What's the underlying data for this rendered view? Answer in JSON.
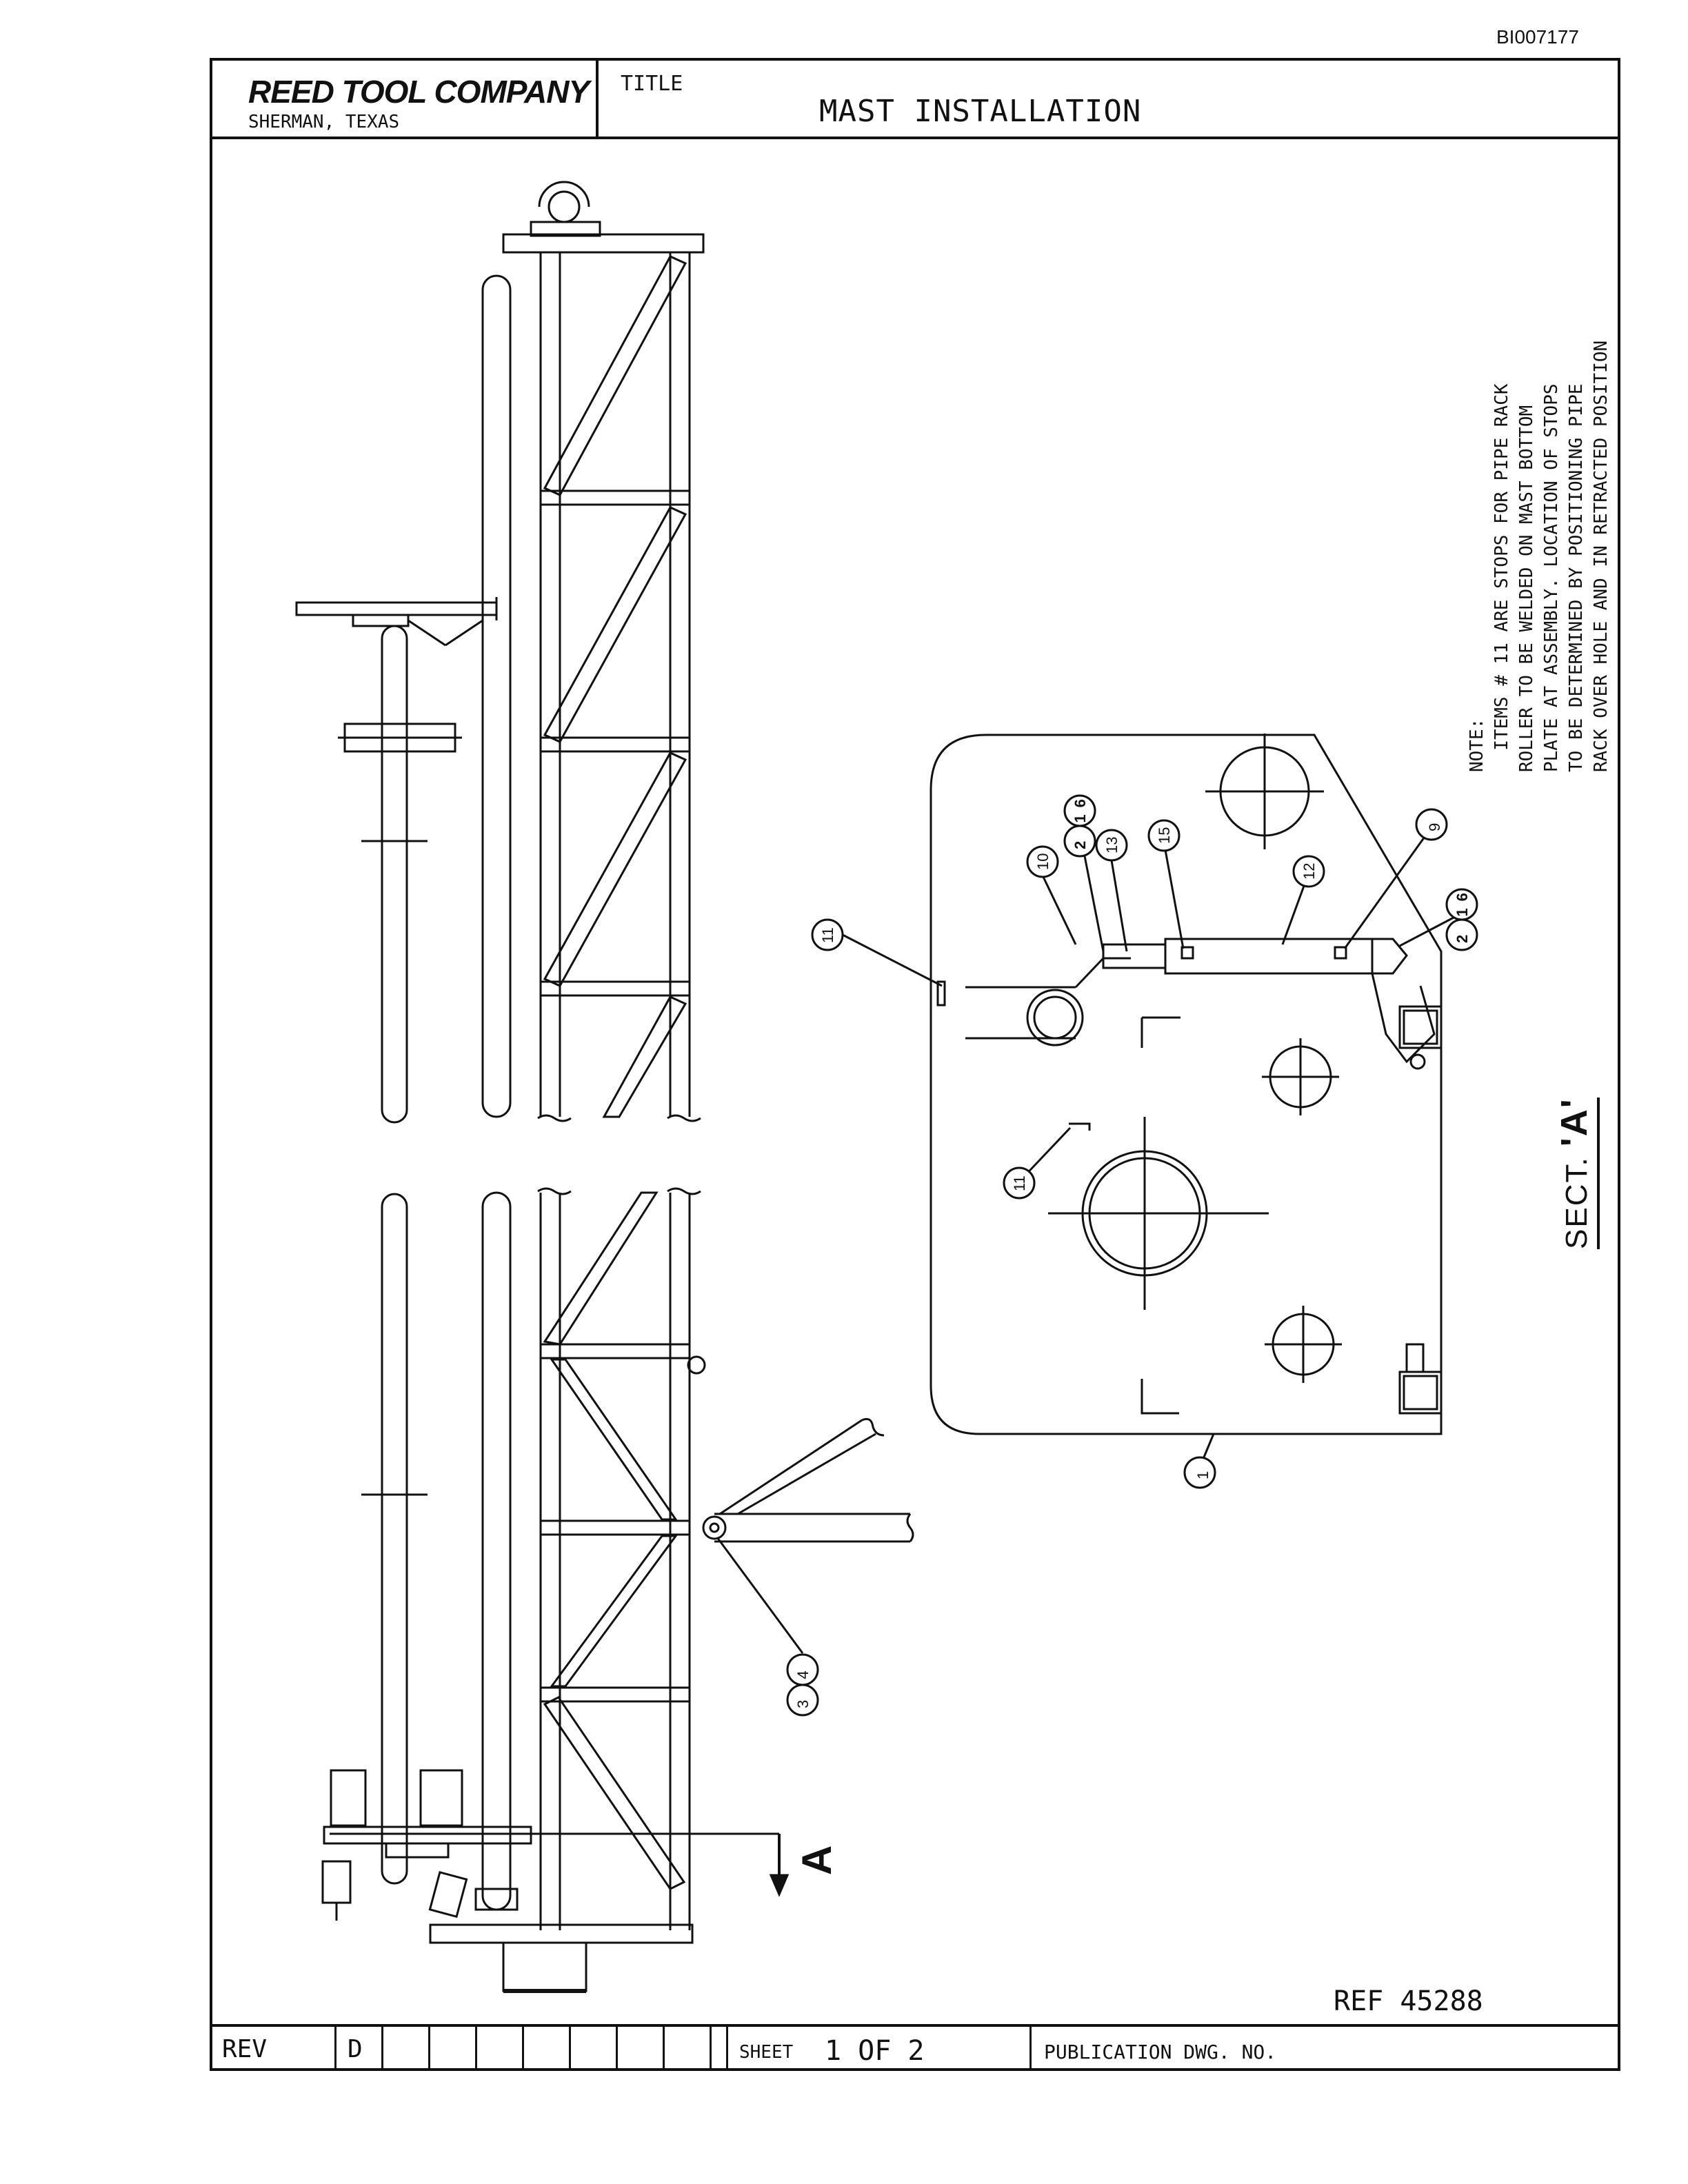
{
  "document": {
    "id": "BI007177",
    "ref": "REF 45288"
  },
  "title_block": {
    "company": "REED TOOL COMPANY",
    "city": "SHERMAN, TEXAS",
    "title_label": "TITLE",
    "title": "MAST INSTALLATION"
  },
  "note": {
    "lines": [
      "NOTE:",
      "  ITEMS # 11 ARE STOPS FOR PIPE RACK",
      "ROLLER TO BE WELDED ON MAST BOTTOM",
      "PLATE AT ASSEMBLY. LOCATION OF STOPS",
      "TO BE DETERMINED BY POSITIONING PIPE",
      "RACK OVER HOLE AND IN RETRACTED POSITION"
    ]
  },
  "section": {
    "label": "SECT.",
    "letter": "'A'"
  },
  "callouts": {
    "c1": "1",
    "c2_16a": "2 16",
    "c2_16b": "2 16",
    "c9": "9",
    "c10": "10",
    "c11a": "11",
    "c11b": "11",
    "c12": "12",
    "c13": "13",
    "c15": "15",
    "c3_4": "3 4"
  },
  "section_arrow": "A",
  "bottom_block": {
    "rev_label": "REV",
    "rev_value": "D",
    "sheet_label": "SHEET",
    "sheet_value": "1 OF 2",
    "pub_label": "PUBLICATION DWG. NO."
  }
}
